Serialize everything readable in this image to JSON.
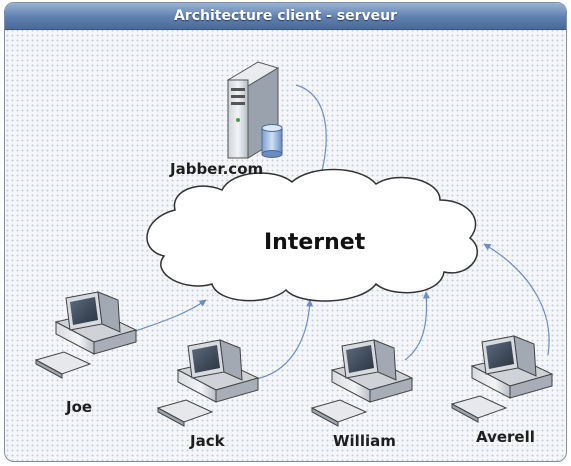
{
  "title": "Architecture client - serveur",
  "nodes": {
    "server": {
      "label": "Jabber.com"
    },
    "cloud": {
      "label": "Internet"
    },
    "clients": [
      {
        "label": "Joe"
      },
      {
        "label": "Jack"
      },
      {
        "label": "William"
      },
      {
        "label": "Averell"
      }
    ]
  },
  "colors": {
    "title_bar": "#5f7fae",
    "connector": "#6e8fbd",
    "screen": "#3d4a5a"
  }
}
